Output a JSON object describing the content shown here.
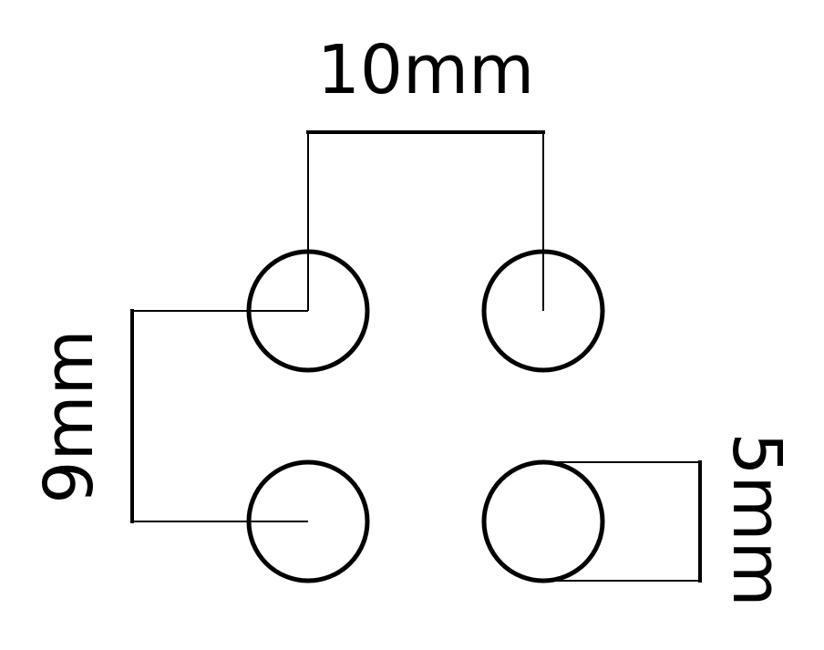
{
  "diagram": {
    "labels": {
      "horizontal_spacing": "10mm",
      "vertical_spacing": "9mm",
      "diameter": "5mm"
    },
    "holes": [
      {
        "id": "top-left"
      },
      {
        "id": "top-right"
      },
      {
        "id": "bottom-left"
      },
      {
        "id": "bottom-right"
      }
    ],
    "colors": {
      "stroke": "#000000",
      "background": "#ffffff"
    }
  }
}
